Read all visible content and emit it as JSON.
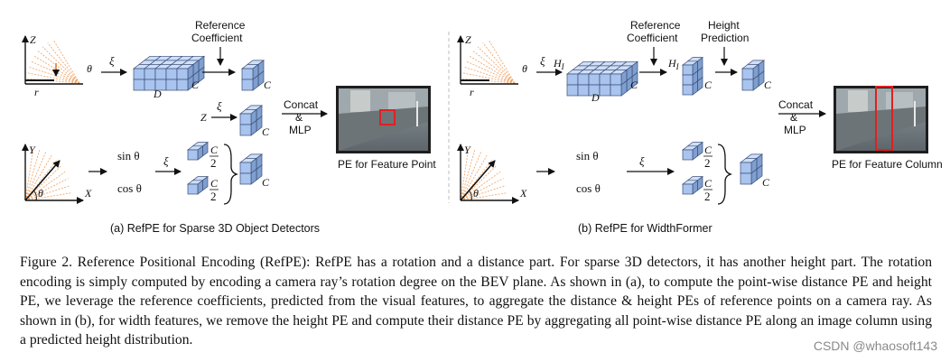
{
  "panel_a": {
    "caption": "(a) RefPE for Sparse 3D Object Detectors",
    "ref_coeff_line1": "Reference",
    "ref_coeff_line2": "Coefficient",
    "concat_line1": "Concat",
    "concat_line2": "&",
    "concat_line3": "MLP",
    "pe_label": "PE for Feature Point",
    "axis_z": "Z",
    "axis_y": "Y",
    "axis_x": "X",
    "theta_vec": "θ⃗",
    "r_vec": "r⃗",
    "theta": "θ",
    "xi": "ξ",
    "D": "D",
    "C": "C",
    "Z_in": "Z",
    "sin": "sin θ",
    "cos": "cos θ",
    "half_num": "C",
    "half_den": "2"
  },
  "panel_b": {
    "caption": "(b) RefPE for WidthFormer",
    "ref_coeff_line1": "Reference",
    "ref_coeff_line2": "Coefficient",
    "height_line1": "Height",
    "height_line2": "Prediction",
    "concat_line1": "Concat",
    "concat_line2": "&",
    "concat_line3": "MLP",
    "pe_label": "PE for Feature Column",
    "axis_z": "Z",
    "axis_y": "Y",
    "axis_x": "X",
    "theta_vec": "θ⃗",
    "r_vec": "r⃗",
    "theta": "θ",
    "xi": "ξ",
    "H": "H",
    "H_sub": "I",
    "D": "D",
    "C": "C",
    "sin": "sin θ",
    "cos": "cos θ",
    "half_num": "C",
    "half_den": "2"
  },
  "caption_text": "Figure 2. Reference Positional Encoding (RefPE): RefPE has a rotation and a distance part. For sparse 3D detectors, it has another height part. The rotation encoding is simply computed by encoding a camera ray’s rotation degree on the BEV plane. As shown in (a), to compute the point-wise distance PE and height PE, we leverage the reference coefficients, predicted from the visual features, to aggregate the distance & height PEs of reference points on a camera ray. As shown in (b), for width features, we remove the height PE and compute their distance PE by aggregating all point-wise distance PE along an image column using a predicted height distribution.",
  "watermark": "CSDN @whaosoft143",
  "colors": {
    "cube_face": "#a9c4ee",
    "cube_top": "#cfdff7",
    "cube_side": "#7f9fcf",
    "cube_edge": "#3a4f78",
    "ray": "#f0a060",
    "highlight": "#e02020"
  }
}
